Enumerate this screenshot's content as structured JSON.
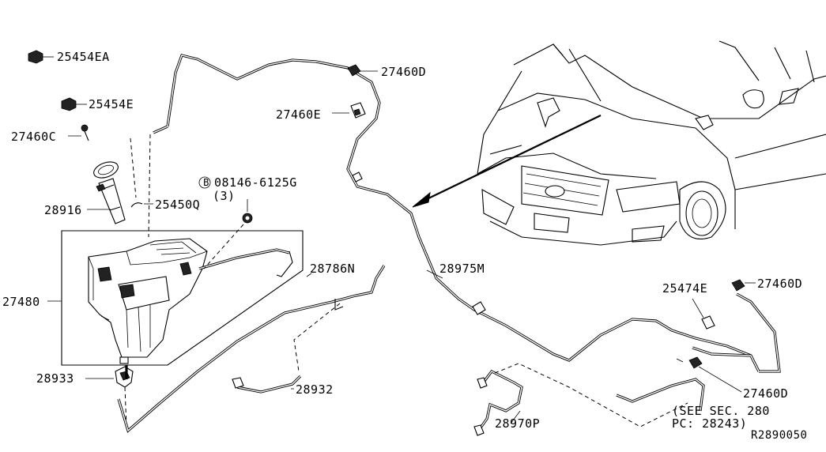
{
  "labels": {
    "p25454EA": "25454EA",
    "p25454E": "25454E",
    "p27460C": "27460C",
    "p28916": "28916",
    "p25450Q": "25450Q",
    "p08146": "08146-6125G",
    "p08146_circle": "B",
    "p08146_qty": "(3)",
    "p27480": "27480",
    "p28933": "28933",
    "p28932": "28932",
    "p28786N": "28786N",
    "p27460D_top": "27460D",
    "p27460E": "27460E",
    "p28975M": "28975M",
    "p25474E": "25474E",
    "p27460D_right": "27460D",
    "p27460D_lower": "27460D",
    "see_sec_line1": "(SEE SEC. 280",
    "see_sec_line2": "PC: 28243)",
    "p28970P": "28970P"
  },
  "footer": {
    "reference": "R2890050"
  }
}
